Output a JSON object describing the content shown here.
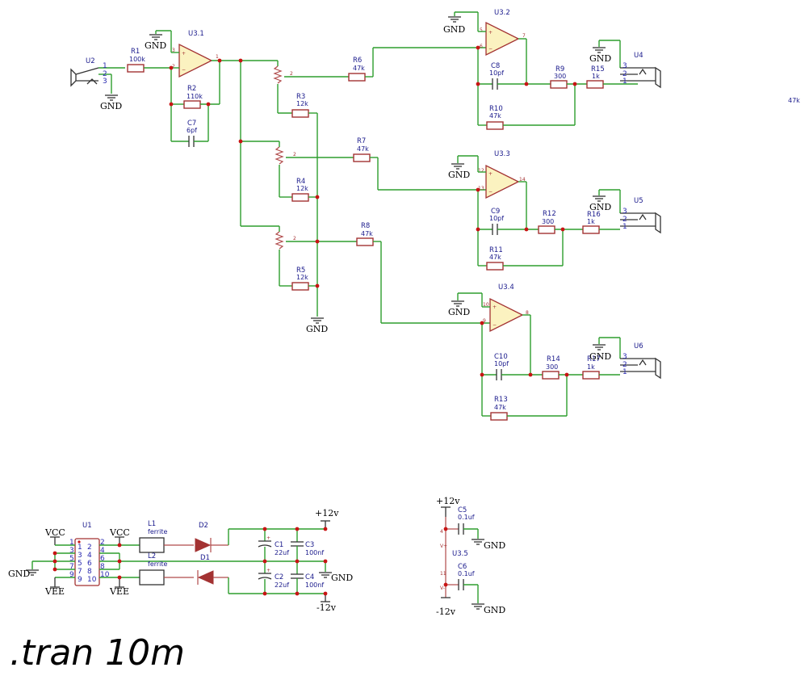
{
  "directive": ".tran 10m",
  "stray_label": "47k",
  "power": {
    "gnd": "GND",
    "vcc": "VCC",
    "vee": "VEE",
    "pos12": "+12v",
    "neg12": "-12v"
  },
  "components": {
    "R1": {
      "ref": "R1",
      "value": "100k"
    },
    "R2": {
      "ref": "R2",
      "value": "110k"
    },
    "R3": {
      "ref": "R3",
      "value": "12k"
    },
    "R4": {
      "ref": "R4",
      "value": "12k"
    },
    "R5": {
      "ref": "R5",
      "value": "12k"
    },
    "R6": {
      "ref": "R6",
      "value": "47k"
    },
    "R7": {
      "ref": "R7",
      "value": "47k"
    },
    "R8": {
      "ref": "R8",
      "value": "47k"
    },
    "R9": {
      "ref": "R9",
      "value": "300"
    },
    "R10": {
      "ref": "R10",
      "value": "47k"
    },
    "R11": {
      "ref": "R11",
      "value": "47k"
    },
    "R12": {
      "ref": "R12",
      "value": "300"
    },
    "R13": {
      "ref": "R13",
      "value": "47k"
    },
    "R14": {
      "ref": "R14",
      "value": "300"
    },
    "R15": {
      "ref": "R15",
      "value": "1k"
    },
    "R16": {
      "ref": "R16",
      "value": "1k"
    },
    "R17": {
      "ref": "R17",
      "value": "1k"
    },
    "C1": {
      "ref": "C1",
      "value": "22uf"
    },
    "C2": {
      "ref": "C2",
      "value": "22uf"
    },
    "C3": {
      "ref": "C3",
      "value": "100nf"
    },
    "C4": {
      "ref": "C4",
      "value": "100nf"
    },
    "C5": {
      "ref": "C5",
      "value": "0.1uf"
    },
    "C6": {
      "ref": "C6",
      "value": "0.1uf"
    },
    "C7": {
      "ref": "C7",
      "value": "6pf"
    },
    "C8": {
      "ref": "C8",
      "value": "10pf"
    },
    "C9": {
      "ref": "C9",
      "value": "10pf"
    },
    "C10": {
      "ref": "C10",
      "value": "10pf"
    },
    "L1": {
      "ref": "L1",
      "value": "ferrite"
    },
    "L2": {
      "ref": "L2",
      "value": "ferrite"
    },
    "D1": {
      "ref": "D1"
    },
    "D2": {
      "ref": "D2"
    },
    "U1": {
      "ref": "U1"
    },
    "U2": {
      "ref": "U2"
    },
    "U3_1": {
      "ref": "U3.1"
    },
    "U3_2": {
      "ref": "U3.2"
    },
    "U3_3": {
      "ref": "U3.3"
    },
    "U3_4": {
      "ref": "U3.4"
    },
    "U3_5": {
      "ref": "U3.5"
    },
    "U4": {
      "ref": "U4"
    },
    "U5": {
      "ref": "U5"
    },
    "U6": {
      "ref": "U6"
    }
  },
  "pins": {
    "jack": [
      "1",
      "2",
      "3"
    ],
    "jack_out": [
      "3",
      "2",
      "1"
    ],
    "u1_left": [
      "1",
      "3",
      "5",
      "7",
      "9"
    ],
    "u1_in_left": [
      "1",
      "3",
      "5",
      "7",
      "9"
    ],
    "u1_in_right": [
      "2",
      "4",
      "6",
      "8",
      "10"
    ],
    "u1_right": [
      "2",
      "4",
      "6",
      "8",
      "10"
    ],
    "u31": {
      "p": "3",
      "n": "2",
      "o": "1"
    },
    "u32": {
      "p": "5",
      "n": "6",
      "o": "7"
    },
    "u33": {
      "p": "12",
      "n": "13",
      "o": "14"
    },
    "u34": {
      "p": "10",
      "n": "9",
      "o": "8"
    },
    "u35": {
      "top": "4",
      "mid": "V+",
      "bot": "11",
      "vm": "V-"
    }
  }
}
